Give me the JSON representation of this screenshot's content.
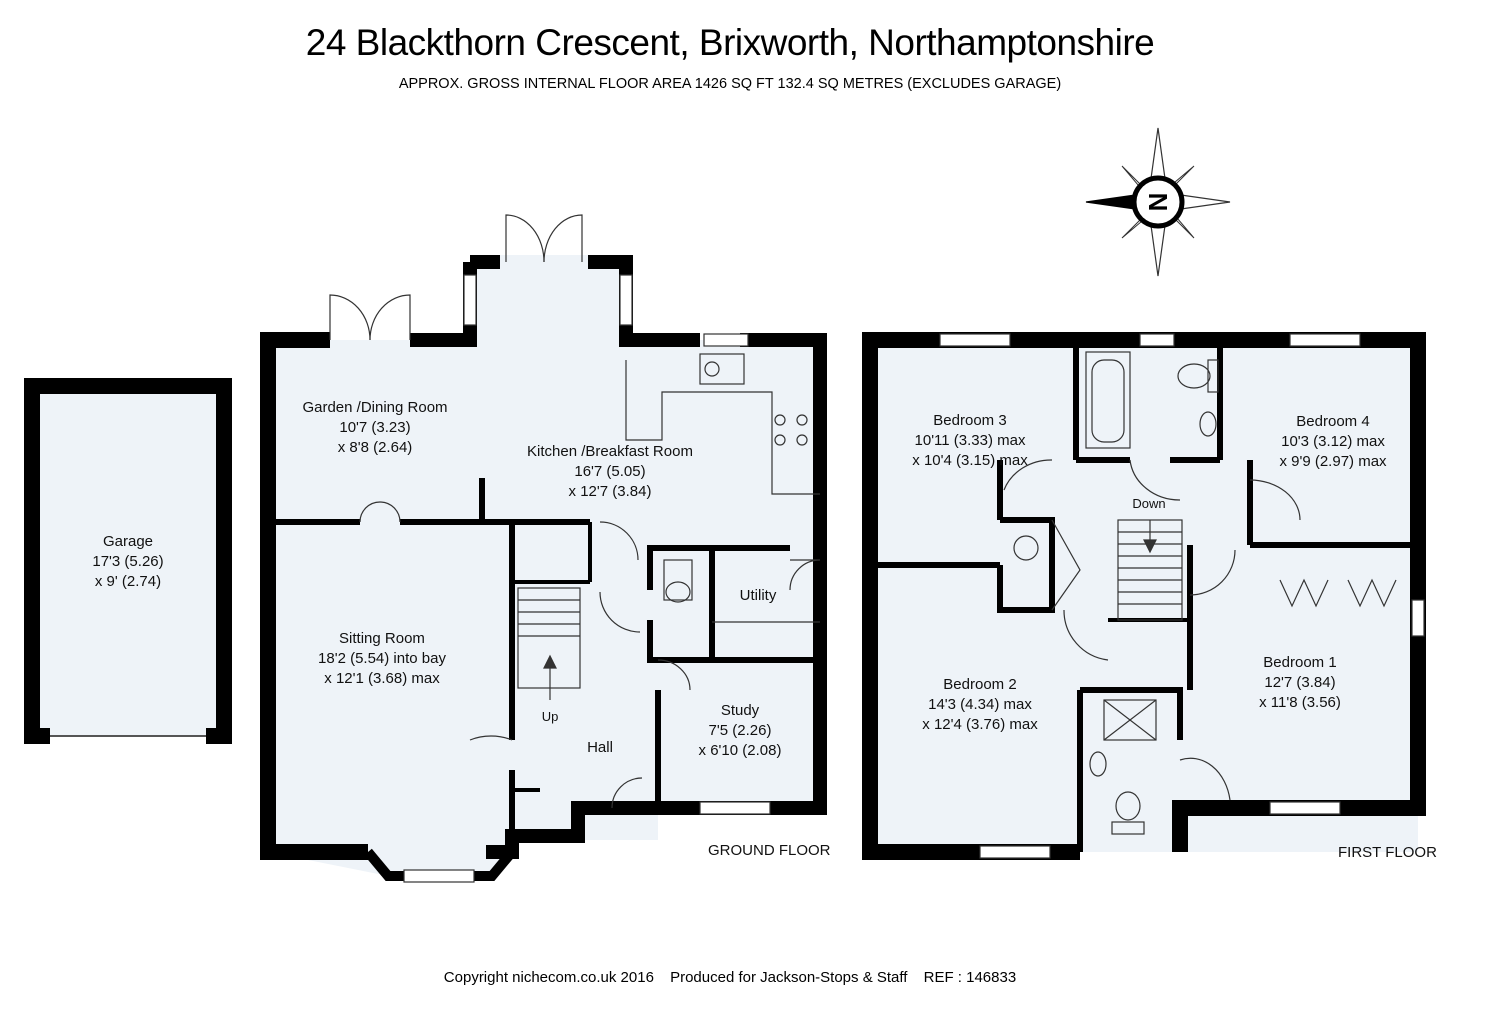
{
  "title": "24 Blackthorn Crescent, Brixworth, Northamptonshire",
  "subtitle": "APPROX. GROSS INTERNAL FLOOR AREA 1426 SQ FT 132.4 SQ METRES (EXCLUDES GARAGE)",
  "colors": {
    "wall": "#000000",
    "room_fill": "#eef3f8",
    "line": "#333333"
  },
  "compass": {
    "icon": "compass-north-icon",
    "letter": "N"
  },
  "garage": {
    "name": "Garage",
    "dim1": "17'3 (5.26)",
    "dim2": "x 9' (2.74)"
  },
  "ground_floor": {
    "label": "GROUND FLOOR",
    "rooms": [
      {
        "id": "garden-dining-room",
        "lines": [
          "Garden /Dining Room",
          "10'7 (3.23)",
          "x 8'8 (2.64)"
        ]
      },
      {
        "id": "kitchen-breakfast-room",
        "lines": [
          "Kitchen /Breakfast Room",
          "16'7 (5.05)",
          "x 12'7 (3.84)"
        ]
      },
      {
        "id": "utility",
        "lines": [
          "Utility"
        ]
      },
      {
        "id": "sitting-room",
        "lines": [
          "Sitting Room",
          "18'2 (5.54) into bay",
          "x 12'1 (3.68) max"
        ]
      },
      {
        "id": "hall",
        "lines": [
          "Hall"
        ]
      },
      {
        "id": "study",
        "lines": [
          "Study",
          "7'5 (2.26)",
          "x 6'10 (2.08)"
        ]
      }
    ],
    "stairs_label": "Up"
  },
  "first_floor": {
    "label": "FIRST FLOOR",
    "rooms": [
      {
        "id": "bedroom-3",
        "lines": [
          "Bedroom 3",
          "10'11 (3.33) max",
          "x 10'4 (3.15) max"
        ]
      },
      {
        "id": "bedroom-4",
        "lines": [
          "Bedroom 4",
          "10'3 (3.12) max",
          "x 9'9 (2.97) max"
        ]
      },
      {
        "id": "bedroom-2",
        "lines": [
          "Bedroom 2",
          "14'3 (4.34) max",
          "x 12'4 (3.76) max"
        ]
      },
      {
        "id": "bedroom-1",
        "lines": [
          "Bedroom 1",
          "12'7 (3.84)",
          "x 11'8 (3.56)"
        ]
      }
    ],
    "stairs_label": "Down"
  },
  "footer": {
    "copyright": "Copyright nichecom.co.uk 2016",
    "produced": "Produced for Jackson-Stops & Staff",
    "ref": "REF : 146833"
  }
}
